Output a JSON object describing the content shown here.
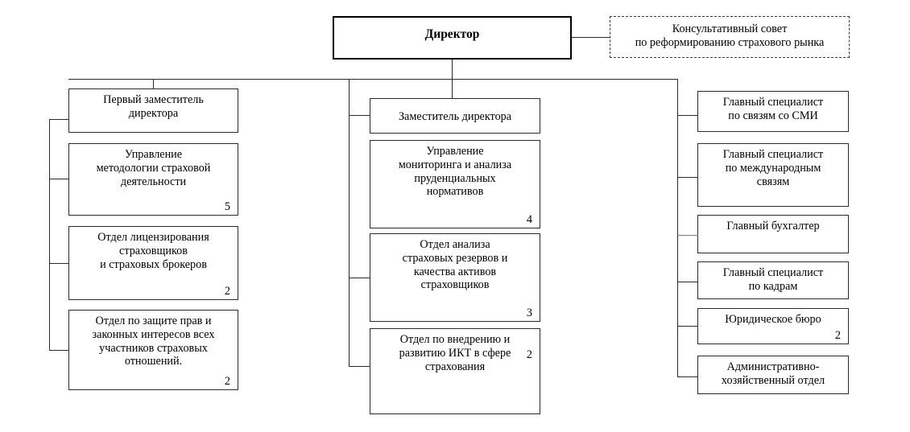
{
  "diagram": {
    "title_root": "Директор",
    "advisory": "Консультативный совет\nпо реформированию страхового рынка",
    "colors": {
      "line": "#2b2b2b",
      "root_border": "#000000",
      "box_fill": "#ffffff",
      "text": "#000000"
    }
  },
  "left_branch": {
    "head": {
      "label": "Первый заместитель\nдиректора",
      "count": ""
    },
    "items": [
      {
        "label": "Управление\nметодологии страховой\nдеятельности",
        "count": "5"
      },
      {
        "label": "Отдел лицензирования\nстраховщиков\nи страховых брокеров",
        "count": "2"
      },
      {
        "label": "Отдел по защите прав и\nзаконных интересов всех\nучастников страховых\nотношений.",
        "count": "2"
      }
    ]
  },
  "middle_branch": {
    "head": {
      "label": "Заместитель директора",
      "count": ""
    },
    "items": [
      {
        "label": "Управление\nмониторинга и анализа\nпруденциальных\nнормативов",
        "count": "4"
      },
      {
        "label": "Отдел анализа\nстраховых резервов и\nкачества активов\nстраховщиков",
        "count": "3"
      },
      {
        "label": "Отдел по внедрению и\nразвитию ИКТ в сфере\nстрахования",
        "count": "2"
      }
    ]
  },
  "right_branch": {
    "items": [
      {
        "label": "Главный специалист\nпо связям со СМИ",
        "count": ""
      },
      {
        "label": "Главный специалист\nпо международным\nсвязям",
        "count": ""
      },
      {
        "label": "Главный бухгалтер",
        "count": ""
      },
      {
        "label": "Главный специалист\nпо кадрам",
        "count": ""
      },
      {
        "label": "Юридическое бюро",
        "count": "2"
      },
      {
        "label": "Административно-\nхозяйственный отдел",
        "count": ""
      }
    ]
  }
}
